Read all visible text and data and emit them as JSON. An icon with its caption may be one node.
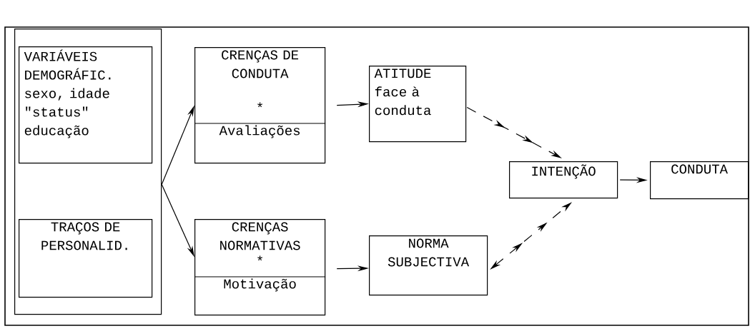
{
  "diagram": {
    "nodes": [
      {
        "text": [],
        "shape": "box"
      },
      {
        "text": [
          "VARIÁVEIS DEMOGRÁFIC.",
          "sexo, idade \"status\" educação"
        ],
        "in": 0
      },
      {
        "text": [
          "TRAÇOS DE PERSONALID."
        ],
        "in": 0
      },
      {
        "text": [
          "CRENÇAS DE CONDUTA",
          "*",
          "Avaliações"
        ]
      },
      {
        "text": [
          "CRENÇAS NORMATIVAS",
          "*",
          "Motivação"
        ]
      },
      {
        "text": [
          "ATITUDE face à conduta"
        ]
      },
      {
        "text": [
          "NORMA SUBJECTIVA"
        ]
      },
      {
        "text": [
          "INTENÇÃO"
        ]
      },
      {
        "text": [
          "CONDUTA"
        ]
      }
    ],
    "edges": [
      {
        "from": 0,
        "to": 3,
        "arrow": "to"
      },
      {
        "from": 0,
        "to": 4,
        "arrow": "to"
      },
      {
        "from": 3,
        "to": 5,
        "arrow": "to"
      },
      {
        "from": 4,
        "to": 6,
        "arrow": "to"
      },
      {
        "from": 5,
        "to": 7,
        "arrow": "to",
        "style": "dashed"
      },
      {
        "from": 6,
        "to": 7,
        "arrow": "both",
        "style": "dashed"
      },
      {
        "from": 7,
        "to": 8,
        "arrow": "to"
      }
    ]
  }
}
